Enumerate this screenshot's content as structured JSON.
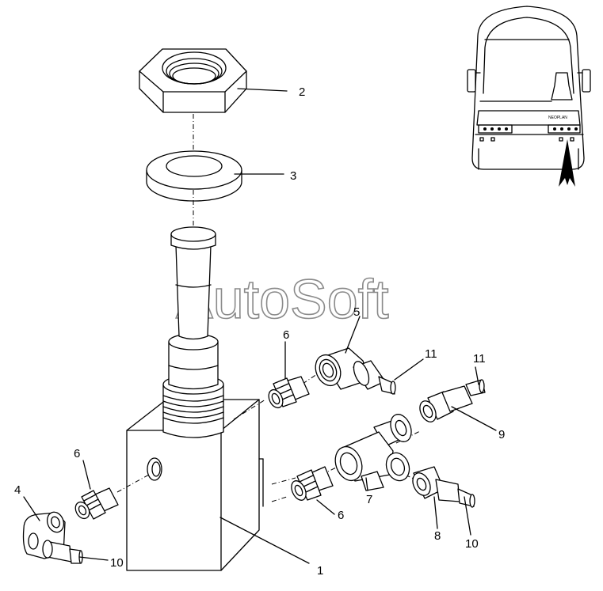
{
  "watermark": "AutoSoft",
  "callouts": {
    "c1": "1",
    "c2": "2",
    "c3": "3",
    "c4": "4",
    "c5": "5",
    "c6a": "6",
    "c6b": "6",
    "c6c": "6",
    "c7": "7",
    "c8": "8",
    "c9": "9",
    "c10a": "10",
    "c10b": "10",
    "c11a": "11",
    "c11b": "11"
  },
  "bus_badge": "NEOPLAN"
}
